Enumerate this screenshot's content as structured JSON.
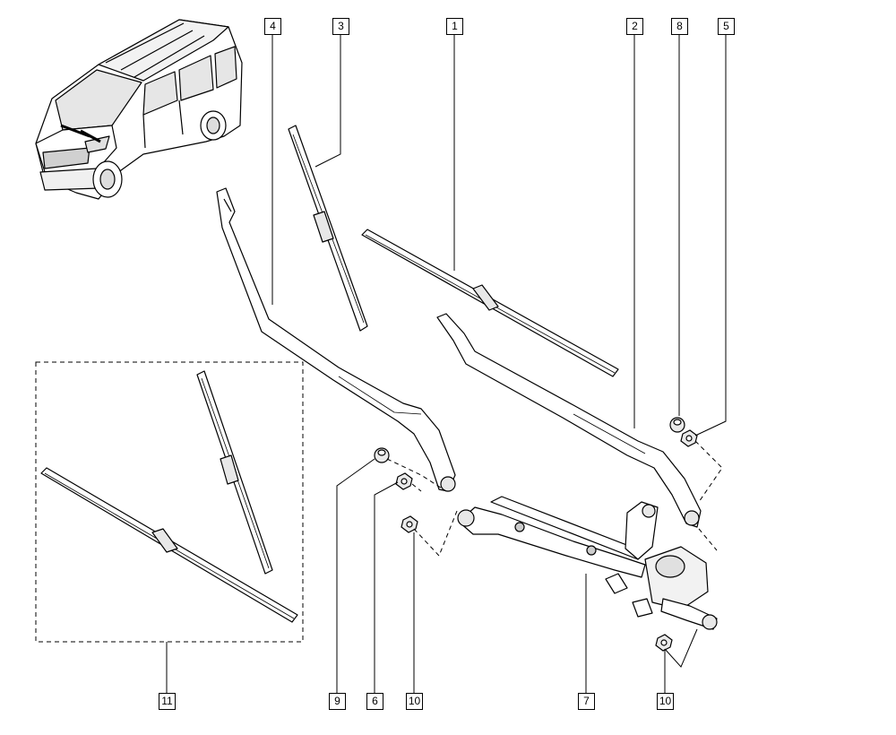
{
  "callouts": {
    "c1": "1",
    "c2": "2",
    "c3": "3",
    "c4": "4",
    "c5": "5",
    "c6": "6",
    "c7": "7",
    "c8": "8",
    "c9": "9",
    "c10a": "10",
    "c10b": "10",
    "c11": "11"
  },
  "colors": {
    "line": "#000000",
    "fill": "#ffffff",
    "shade": "#cfcfcf"
  }
}
